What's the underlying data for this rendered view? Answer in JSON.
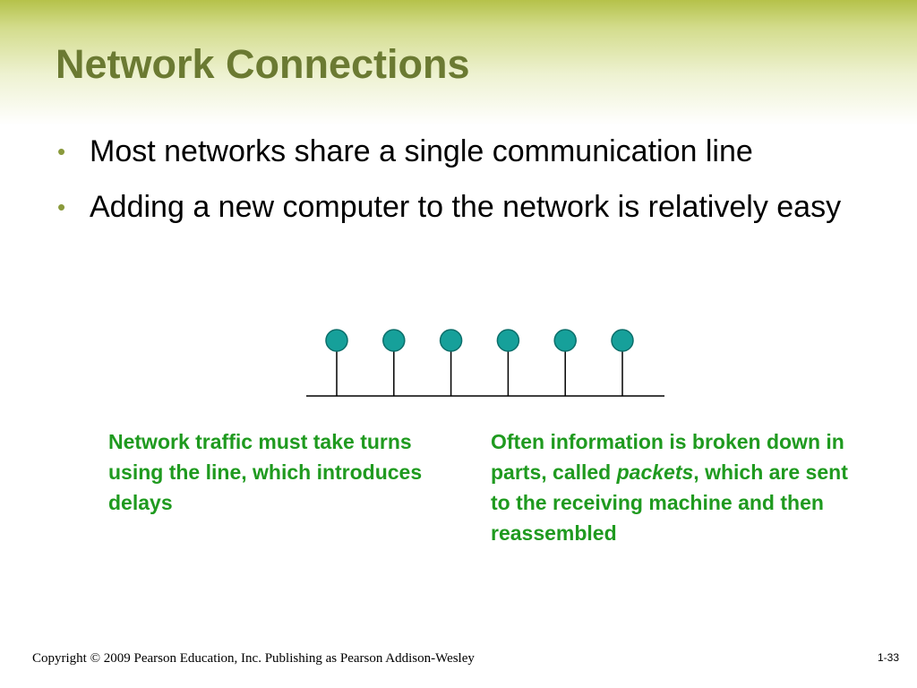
{
  "slide": {
    "title": "Network Connections",
    "bullets": [
      "Most networks share a single communication line",
      "Adding a new computer to the network is relatively easy"
    ],
    "bullet_glyph": "•",
    "captions": {
      "left": "Network traffic must take turns using the line, which introduces delays",
      "right_before": "Often information is broken down in parts, called ",
      "right_emphasis": "packets",
      "right_after": ", which are sent to the receiving machine and then reassembled"
    },
    "footer": "Copyright © 2009 Pearson Education, Inc. Publishing as Pearson Addison-Wesley",
    "page_number": "1-33"
  },
  "diagram": {
    "node_count": 6,
    "node_color": "#16a09a",
    "node_stroke": "#0c6f6b",
    "line_color": "#000000"
  },
  "colors": {
    "title": "#6b7a32",
    "caption": "#1f9a1f",
    "bullet": "#8a9a3c"
  }
}
